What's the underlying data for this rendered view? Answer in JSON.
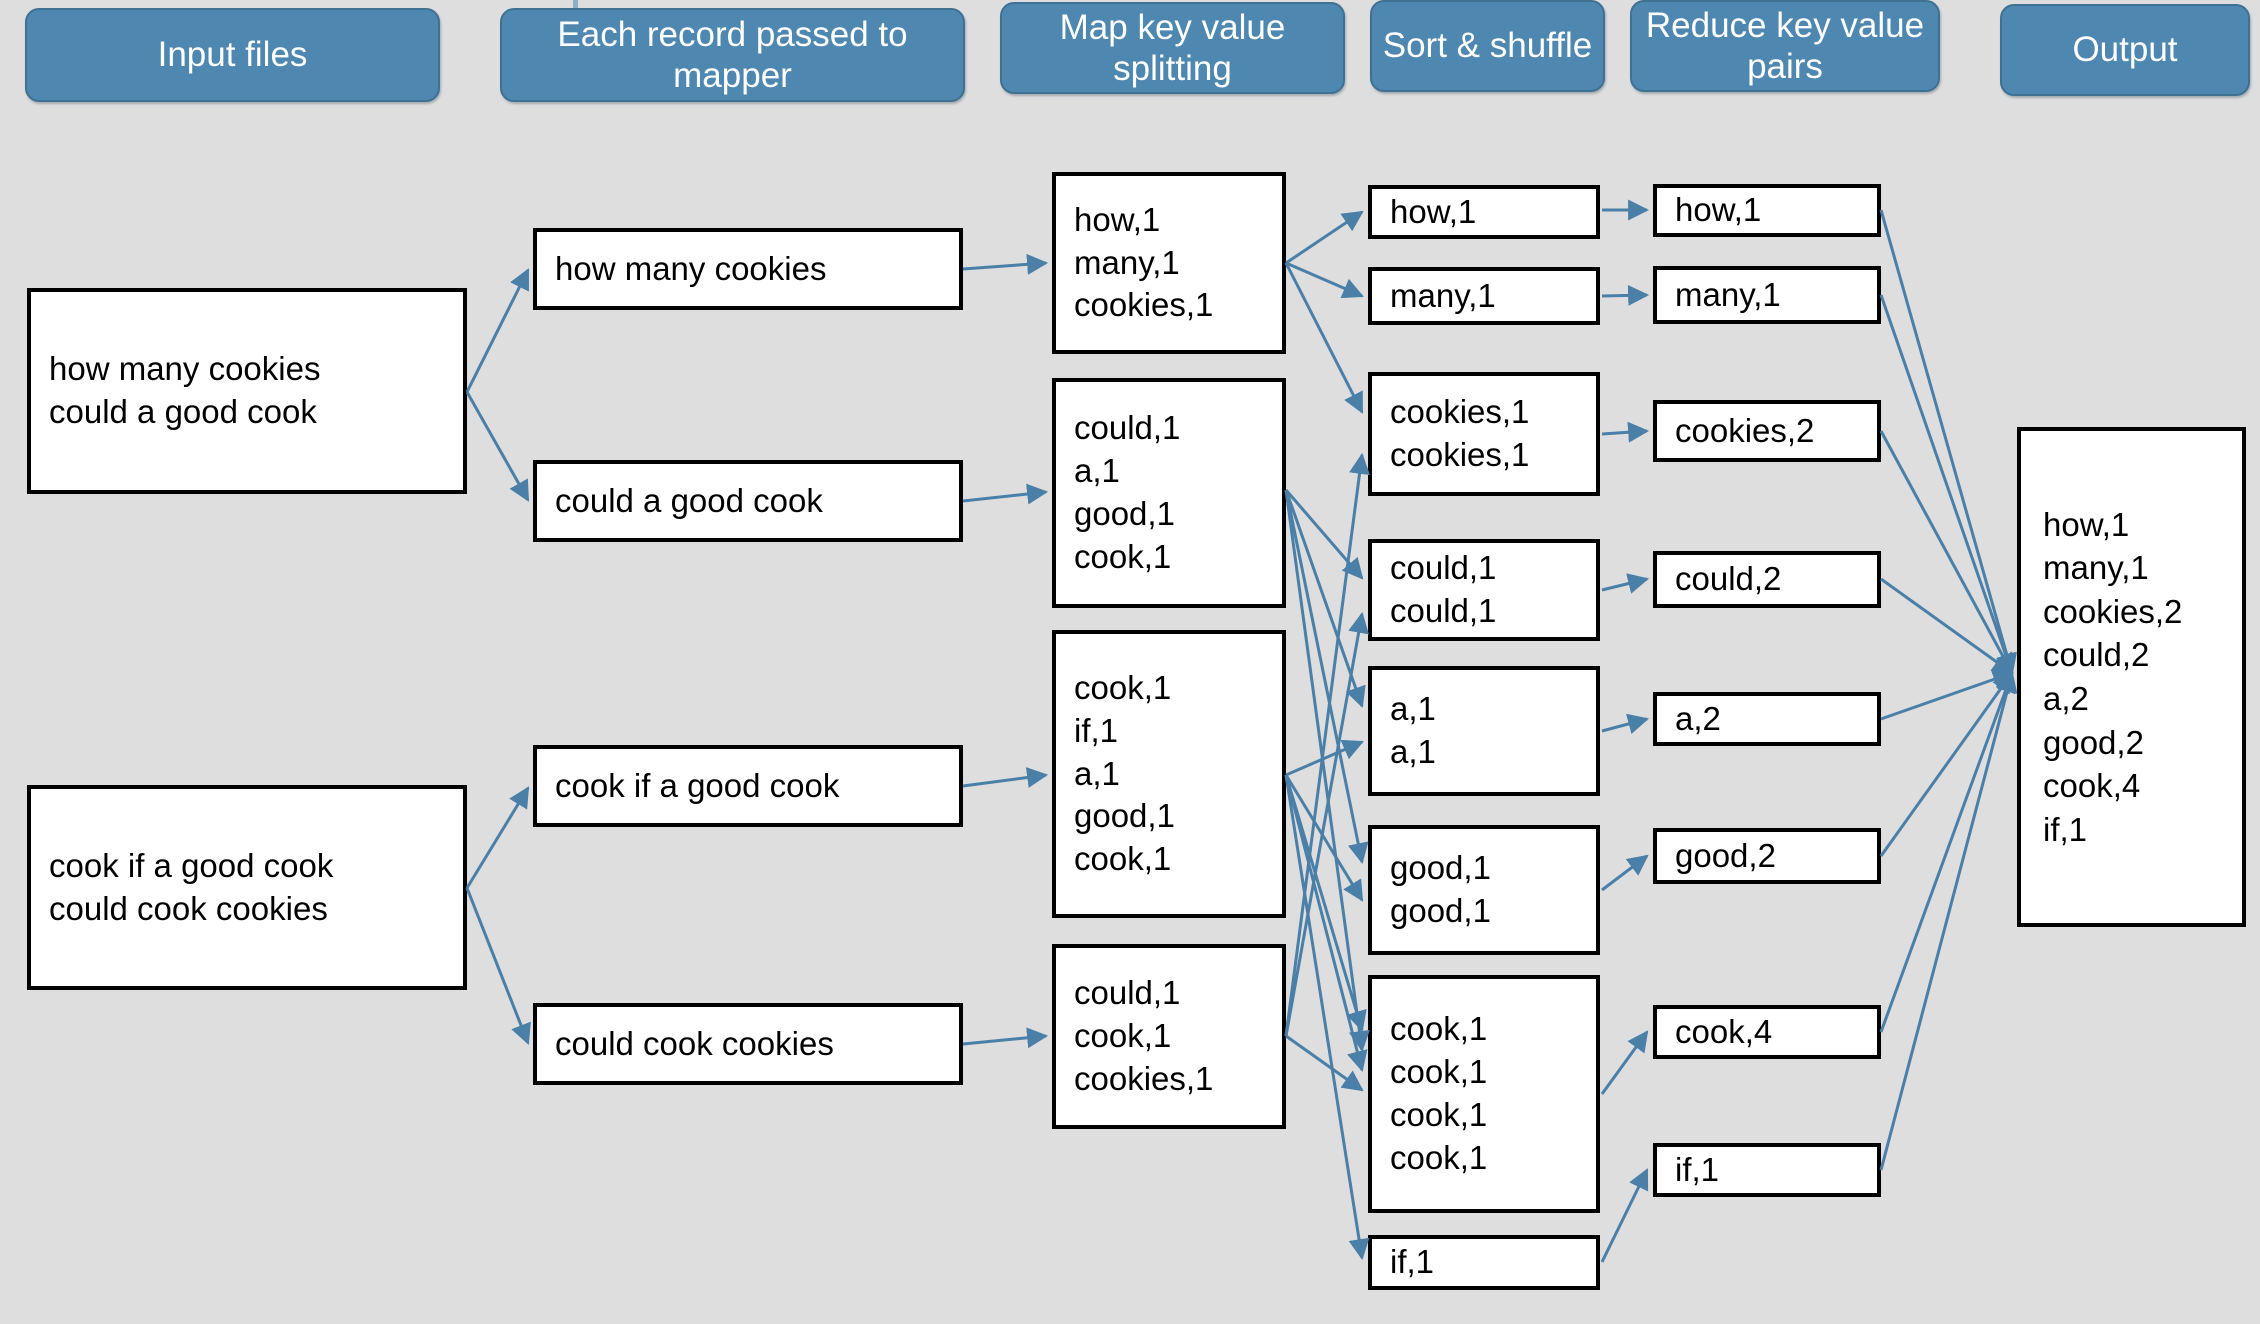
{
  "diagram": {
    "title": "MapReduce word count flow",
    "background_color": "#dedede",
    "accent_color": "#4e87af",
    "arrow_color": "#4a7fa8"
  },
  "stages": [
    {
      "id": "input-files",
      "label": "Input files"
    },
    {
      "id": "record-mapper",
      "label": "Each record passed\nto mapper"
    },
    {
      "id": "map-split",
      "label": "Map key\nvalue splitting"
    },
    {
      "id": "sort-shuffle",
      "label": "Sort &\nshuffle"
    },
    {
      "id": "reduce-pairs",
      "label": "Reduce key\nvalue pairs"
    },
    {
      "id": "output",
      "label": "Output"
    }
  ],
  "input_files": [
    {
      "id": "input-1",
      "text": "how many cookies\ncould a good cook"
    },
    {
      "id": "input-2",
      "text": "cook if a good cook\ncould cook cookies"
    }
  ],
  "records": [
    {
      "id": "record-1",
      "text": "how many cookies"
    },
    {
      "id": "record-2",
      "text": "could a good cook"
    },
    {
      "id": "record-3",
      "text": "cook if a good cook"
    },
    {
      "id": "record-4",
      "text": "could cook cookies"
    }
  ],
  "map_outputs": [
    {
      "id": "map-1",
      "text": "how,1\nmany,1\ncookies,1"
    },
    {
      "id": "map-2",
      "text": "could,1\na,1\ngood,1\ncook,1"
    },
    {
      "id": "map-3",
      "text": "cook,1\nif,1\na,1\ngood,1\ncook,1"
    },
    {
      "id": "map-4",
      "text": "could,1\ncook,1\ncookies,1"
    }
  ],
  "shuffle_groups": [
    {
      "id": "shuffle-how",
      "text": "how,1"
    },
    {
      "id": "shuffle-many",
      "text": "many,1"
    },
    {
      "id": "shuffle-cookies",
      "text": "cookies,1\ncookies,1"
    },
    {
      "id": "shuffle-could",
      "text": "could,1\ncould,1"
    },
    {
      "id": "shuffle-a",
      "text": "a,1\na,1"
    },
    {
      "id": "shuffle-good",
      "text": "good,1\ngood,1"
    },
    {
      "id": "shuffle-cook",
      "text": "cook,1\ncook,1\ncook,1\ncook,1"
    },
    {
      "id": "shuffle-if",
      "text": "if,1"
    }
  ],
  "reduce_outputs": [
    {
      "id": "reduce-how",
      "text": "how,1"
    },
    {
      "id": "reduce-many",
      "text": "many,1"
    },
    {
      "id": "reduce-cookies",
      "text": "cookies,2"
    },
    {
      "id": "reduce-could",
      "text": "could,2"
    },
    {
      "id": "reduce-a",
      "text": "a,2"
    },
    {
      "id": "reduce-good",
      "text": "good,2"
    },
    {
      "id": "reduce-cook",
      "text": "cook,4"
    },
    {
      "id": "reduce-if",
      "text": "if,1"
    }
  ],
  "final_output": {
    "id": "output-box",
    "text": "how,1\nmany,1\ncookies,2\ncould,2\na,2\ngood,2\ncook,4\nif,1"
  },
  "word_counts": {
    "how": 1,
    "many": 1,
    "cookies": 2,
    "could": 2,
    "a": 2,
    "good": 2,
    "cook": 4,
    "if": 1
  }
}
